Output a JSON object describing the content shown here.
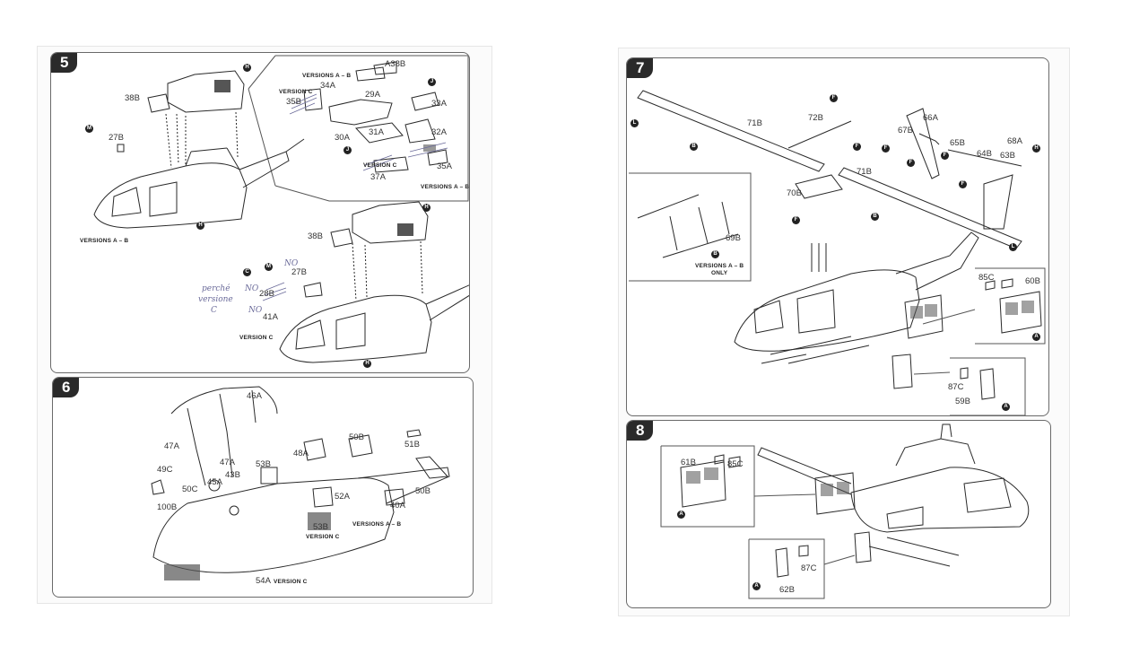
{
  "steps": {
    "s5": {
      "number": "5",
      "parts": {
        "p38b_a": "38B",
        "p27b": "27B",
        "p34a": "34A",
        "p35b": "35B",
        "p29a": "29A",
        "p33a": "33A",
        "p30a": "30A",
        "p31a": "31A",
        "p32a": "32A",
        "p37a": "37A",
        "p35a": "35A",
        "p38b_inset": "A38B",
        "p38b_b": "38B",
        "p27b_b": "27B",
        "p28b": "28B",
        "p41a": "41A"
      },
      "versions": {
        "ab_top": "VERSIONS A – B",
        "c_left": "VERSION C",
        "c_inset": "VERSION C",
        "ab_inset": "VERSIONS A – B",
        "ab_main": "VERSIONS A – B",
        "c_lower": "VERSION C"
      },
      "markers": {
        "h1": "H",
        "m1": "M",
        "h2": "H",
        "j1": "J",
        "j2": "J",
        "h3": "H",
        "c1": "C",
        "m2": "M",
        "h4": "H"
      },
      "handwriting": {
        "no1": "NO",
        "no2": "NO",
        "no3": "NO",
        "note1": "perché",
        "note2": "versione",
        "note3": "C"
      }
    },
    "s6": {
      "number": "6",
      "parts": {
        "p46a": "46A",
        "p47a": "47A",
        "p47a_b": "47A",
        "p49c": "49C",
        "p50c": "50C",
        "p45a": "45A",
        "p43b": "43B",
        "p53b": "53B",
        "p48a": "48A",
        "p50b": "50B",
        "p51b": "51B",
        "p100b": "100B",
        "p52a": "52A",
        "p50b_b": "50B",
        "p40a": "40A",
        "p53b_b": "53B",
        "p54a": "54A"
      },
      "versions": {
        "ab": "VERSIONS A – B",
        "c1": "VERSION C",
        "c2": "VERSION C"
      }
    },
    "s7": {
      "number": "7",
      "parts": {
        "p71b": "71B",
        "p72b": "72B",
        "p67b": "67B",
        "p66a": "66A",
        "p65b": "65B",
        "p68a": "68A",
        "p64b": "64B",
        "p63b": "63B",
        "p71b_b": "71B",
        "p70b": "70B",
        "p69b": "69B",
        "p85c": "85C",
        "p60b": "60B",
        "p87c": "87C",
        "p59b": "59B"
      },
      "versions": {
        "ab_only": "VERSIONS A – B",
        "only": "ONLY"
      },
      "markers": {
        "l1": "L",
        "b1": "B",
        "f1": "F",
        "f2": "F",
        "f3": "F",
        "f4": "F",
        "f5": "F",
        "f6": "F",
        "f7": "F",
        "h1": "H",
        "b2": "B",
        "l2": "L",
        "b3": "B",
        "a1": "A",
        "a2": "A"
      }
    },
    "s8": {
      "number": "8",
      "parts": {
        "p61b": "61B",
        "p85c": "85C",
        "p87c": "87C",
        "p62b": "62B"
      },
      "markers": {
        "a1": "A",
        "a2": "A"
      }
    }
  },
  "colors": {
    "ink": "#2a2a2a",
    "frame": "#6a6a6a",
    "hatch": "#555555",
    "pencil": "#6b6b9a"
  }
}
